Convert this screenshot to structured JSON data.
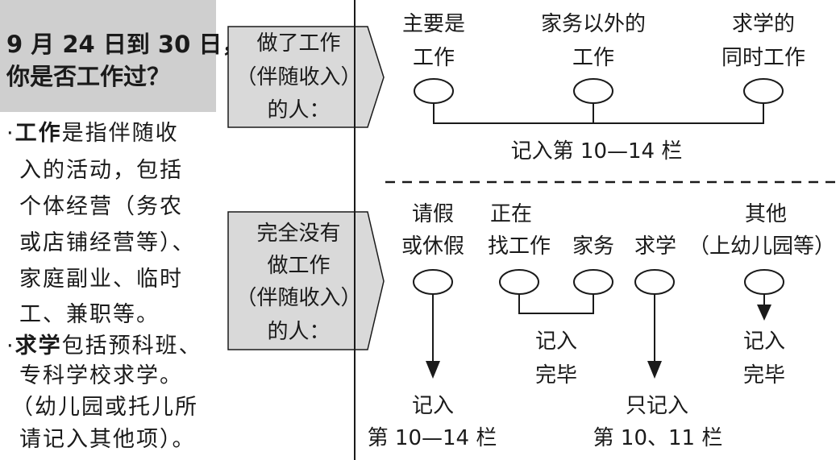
{
  "question": {
    "line1": "9 月 24 日到 30 日，",
    "line2": "你是否工作过？"
  },
  "notes": {
    "work_head": "工作",
    "work_lines": [
      "是指伴随收",
      "入的活动，包括",
      "个体经营（务农",
      "或店铺经营等）、",
      "家庭副业、临时",
      "工、兼职等。"
    ],
    "study_head": "求学",
    "study_lines": [
      "包括预科班、",
      "专科学校求学。",
      "（幼儿园或托儿所",
      "请记入其他项）。"
    ],
    "bullet": "·"
  },
  "worked": {
    "box_lines": [
      "做了工作",
      "（伴随收入）",
      "的人："
    ],
    "options": [
      {
        "lines": [
          "主要是",
          "工作"
        ]
      },
      {
        "lines": [
          "家务以外的",
          "工作"
        ]
      },
      {
        "lines": [
          "求学的",
          "同时工作"
        ]
      }
    ],
    "result": "记入第 10—14 栏"
  },
  "not_worked": {
    "box_lines": [
      "完全没有",
      "做工作",
      "（伴随收入）",
      "的人："
    ],
    "options": {
      "leave": [
        "请假",
        "或休假"
      ],
      "job_search": [
        "正在",
        "找工作"
      ],
      "housework": [
        "家务"
      ],
      "study": [
        "求学"
      ],
      "other": [
        "其他",
        "（上幼儿园等）"
      ]
    },
    "results": {
      "leave": [
        "记入",
        "第 10—14 栏"
      ],
      "done_middle": [
        "记入",
        "完毕"
      ],
      "study": [
        "只记入",
        "第 10、11 栏"
      ],
      "done_right": [
        "记入",
        "完毕"
      ]
    }
  },
  "colors": {
    "box_fill": "#cfcfcf",
    "ink": "#1a1a1a",
    "pentagon_fill": "#d9d9d9"
  }
}
